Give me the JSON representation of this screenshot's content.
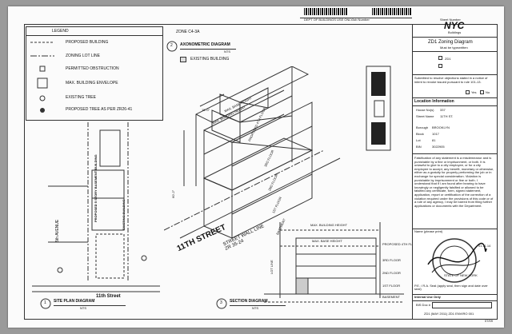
{
  "header": {
    "dept_label": "DEPT OF BUILDINGS USE ONLY",
    "job_number_label": "Job Number",
    "sheet_label": "Sheet Number",
    "sheet_number": "ZD1",
    "nyc_logo": "NYC",
    "nyc_sub": "Buildings"
  },
  "form": {
    "title": "ZD1 Zoning Diagram",
    "subtitle": "Must be typewritten",
    "submitted_text": "Submitted to resolve objections stated in a notice of intent to revoke issued pursuant to rule 101-13.",
    "yes_label": "Yes",
    "no_label": "No",
    "location_header": "Location Information",
    "house_no_label": "House No(s)",
    "house_no": "337",
    "street_label": "Street Name",
    "street": "11TH ST.",
    "borough_label": "Borough",
    "borough": "BROOKLYN",
    "block_label": "Block",
    "block": "1017",
    "lot_label": "Lot",
    "lot": "81",
    "bin_label": "BIN",
    "bin": "3022905",
    "falsification_text": "Falsification of any statement is a misdemeanor and is punishable by a fine or imprisonment, or both. It is unlawful to give to a city employee, or for a city employee to accept, any benefit, monetary or otherwise, either as a gratuity for properly performing the job or in exchange for special consideration. Violation is punishable by imprisonment or fine or both. I understand that if I am found after hearing to have knowingly or negligently falsified or allowed to be falsified any certificate, form, signed statement, application, report or certification of the correction of a violation required under the provisions of this code or of a rule of any agency, I may be barred from filing further applications or documents with the Department.",
    "name_label": "Name (please print)",
    "pe_label": "P.E. / R.A. Seal (apply seal, then sign and date over seal)",
    "internal_label": "Internal Use Only",
    "bis_label": "BIS Doc #",
    "footer_code": "ZD1 (MAY 2011) ZD1 ENVIRO 001",
    "footer_page": "07/09"
  },
  "legend": {
    "title": "LEGEND",
    "items": [
      {
        "label": "PROPOSED BUILDING",
        "symbol": "dash-line"
      },
      {
        "label": "ZONING LOT LINE",
        "symbol": "long-dash-line"
      },
      {
        "label": "PERMITTED OBSTRUCTION",
        "symbol": "small-square"
      },
      {
        "label": "MAX. BUILDING ENVELOPE",
        "symbol": "large-square"
      },
      {
        "label": "EXISTING TREE",
        "symbol": "circle"
      },
      {
        "label": "PROPOSED TREE AS PER ZR26-41",
        "symbol": "circle-dot"
      }
    ]
  },
  "axon": {
    "zone_label": "ZONE C4-3A",
    "number": "2",
    "title": "AXONOMETRIC DIAGRAM",
    "scale": "NTS",
    "existing_label": "EXISTING BUILDING",
    "max_height": "MAX. BUILDING HEIGHT",
    "max_base": "MAX. BASE HEIGHT",
    "floors": [
      "PROPOSED 4TH FLOOR",
      "3RD FLOOR",
      "2ND FLOOR",
      "1ST FLOOR",
      "BASEMENT"
    ],
    "street": "11TH STREET",
    "street_wall": "STREET WALL LINE ZR 35-24",
    "dim_top": "15'-0\"",
    "dim_side": "60'-2\""
  },
  "site": {
    "number": "1",
    "title": "SITE PLAN DIAGRAM",
    "scale": "NTS",
    "street": "11th Street",
    "avenue": "5th AVENUE",
    "proposed": "PROPOSED 5 STORY BASEMENT BUILDING",
    "existing": "EXISTING BUILDING"
  },
  "section": {
    "number": "3",
    "title": "SECTION DIAGRAM",
    "scale": "NTS",
    "max_height": "MAX. BUILDING HEIGHT",
    "max_base": "MAX. BASE HEIGHT",
    "floors": [
      "PROPOSED 4TH FLOOR",
      "3RD FLOOR",
      "2ND FLOOR",
      "1ST FLOOR",
      "BASEMENT"
    ],
    "lot_line": "LOT LINE"
  },
  "seal": {
    "text": "STATE OF NEW YORK",
    "date": "01.11.14"
  }
}
